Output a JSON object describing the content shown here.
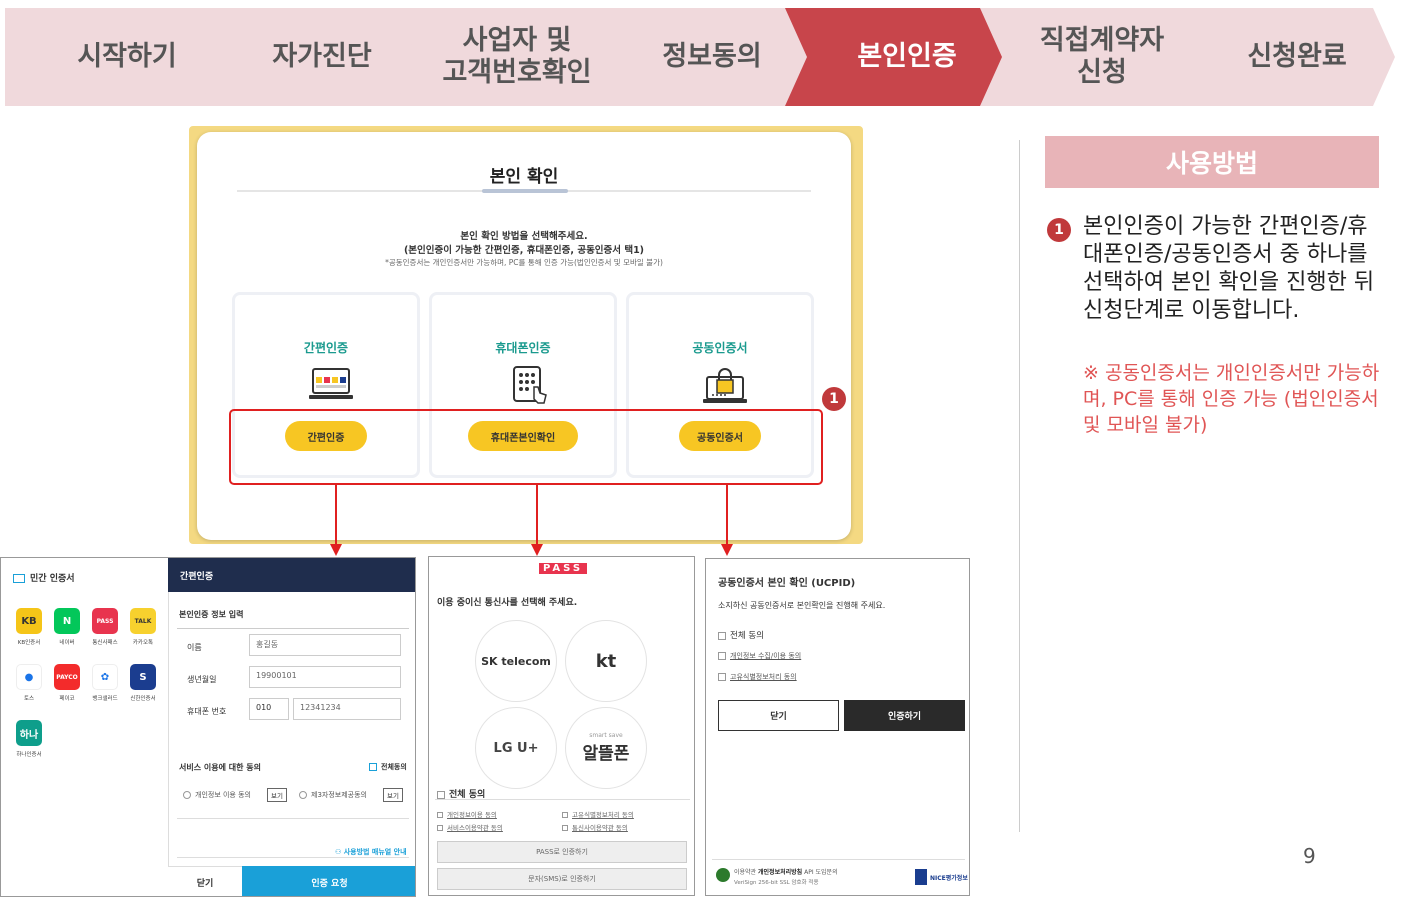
{
  "steps": [
    {
      "label": "시작하기"
    },
    {
      "label": "자가진단"
    },
    {
      "label": "사업자 및\n고객번호확인"
    },
    {
      "label": "정보동의"
    },
    {
      "label": "본인인증"
    },
    {
      "label": "직접계약자\n신청"
    },
    {
      "label": "신청완료"
    }
  ],
  "colors": {
    "step_bg": "#f0d9dc",
    "step_active": "#c8454b",
    "accent_yellow": "#f7c623",
    "teal": "#1a9a8e",
    "red_box": "#e02020",
    "badge": "#c0393b",
    "navy": "#1f2d4d",
    "skyblue": "#1aa0d8"
  },
  "verify_card": {
    "title": "본인 확인",
    "line1": "본인 확인 방법을 선택해주세요.",
    "line2": "(본인인증이 가능한 간편인증, 휴대폰인증, 공동인증서 택1)",
    "line3": "*공동인증서는 개인인증서만 가능하며, PC를 통해 인증 가능(법인인증서 및 모바일 불가)",
    "options": [
      {
        "name": "간편인증",
        "button": "간편인증",
        "icon": "laptop-apps-icon"
      },
      {
        "name": "휴대폰인증",
        "button": "휴대폰본인확인",
        "icon": "keypad-touch-icon"
      },
      {
        "name": "공동인증서",
        "button": "공동인증서",
        "icon": "lock-certificate-icon"
      }
    ],
    "badge": "1"
  },
  "simple_auth": {
    "sidebar_title": "민간 인증서",
    "providers": [
      {
        "label": "KB인증서",
        "icon": "kb-icon",
        "color": "#f5c518",
        "text": "KB"
      },
      {
        "label": "네이버",
        "icon": "naver-icon",
        "color": "#03c75a",
        "text": "N"
      },
      {
        "label": "통신사패스",
        "icon": "pass-icon",
        "color": "#e8344e",
        "text": "PASS"
      },
      {
        "label": "카카오톡",
        "icon": "kakao-icon",
        "color": "#f7d12e",
        "text": "TALK"
      },
      {
        "label": "토스",
        "icon": "toss-icon",
        "color": "#ffffff",
        "text": "●"
      },
      {
        "label": "페이코",
        "icon": "payco-icon",
        "color": "#f32b2b",
        "text": "PAYCO"
      },
      {
        "label": "뱅크샐러드",
        "icon": "banksalad-icon",
        "color": "#ffffff",
        "text": "✿"
      },
      {
        "label": "신한인증서",
        "icon": "shinhan-icon",
        "color": "#1b3d8f",
        "text": "S"
      },
      {
        "label": "하나인증서",
        "icon": "hana-icon",
        "color": "#0e9e8b",
        "text": "하나"
      }
    ],
    "header": "간편인증",
    "section": "본인인증 정보 입력",
    "fields": {
      "name_label": "이름",
      "name_value": "홍길동",
      "birth_label": "생년월일",
      "birth_value": "19900101",
      "phone_label": "휴대폰 번호",
      "phone_prefix": "010",
      "phone_value": "12341234"
    },
    "consent_title": "서비스 이용에 대한 동의",
    "consent_all": "전체동의",
    "consent_items": [
      "개인정보 이용 동의",
      "제3자정보제공동의"
    ],
    "view": "보기",
    "guide": "사용방법 매뉴얼 안내",
    "close": "닫기",
    "request": "인증 요청"
  },
  "pass_panel": {
    "logo": "PASS",
    "prompt": "이용 중이신 통신사를 선택해 주세요.",
    "carriers": [
      {
        "label": "SK telecom",
        "icon": "skt-icon"
      },
      {
        "label": "kt",
        "icon": "kt-icon"
      },
      {
        "label": "LG U+",
        "icon": "lgu-icon"
      },
      {
        "label": "알뜰폰",
        "icon": "mvno-icon"
      }
    ],
    "mvno_tag": "smart save",
    "agree_all": "전체 동의",
    "agree_items": [
      "개인정보이용 동의",
      "고유식별정보처리 동의",
      "서비스이용약관 동의",
      "통신사이용약관 동의"
    ],
    "btn_pass": "PASS로 인증하기",
    "btn_sms": "문자(SMS)로 인증하기"
  },
  "cert_panel": {
    "title": "공동인증서 본인 확인 (UCPID)",
    "desc": "소지하신 공동인증서로 본인확인을 진행해 주세요.",
    "agree_all": "전체 동의",
    "items": [
      "개인정보 수집/이용 동의",
      "고유식별정보처리 동의"
    ],
    "close": "닫기",
    "confirm": "인증하기",
    "footer_small": "이용약관",
    "footer_bold": "개인정보처리방침",
    "footer_tag": "API 도입문의",
    "footer_line2": "VeriSign 256-bit SSL 암호화 적용",
    "nice": "NICE평가정보"
  },
  "howto": {
    "title": "사용방법",
    "step_num": "1",
    "description": "본인인증이 가능한 간편인증/휴대폰인증/공동인증서 중 하나를 선택하여 본인 확인을 진행한 뒤 신청단계로 이동합니다.",
    "note": "※ 공동인증서는 개인인증서만 가능하며, PC를 통해 인증 가능 (법인인증서 및 모바일 불가)"
  },
  "page_number": "9"
}
